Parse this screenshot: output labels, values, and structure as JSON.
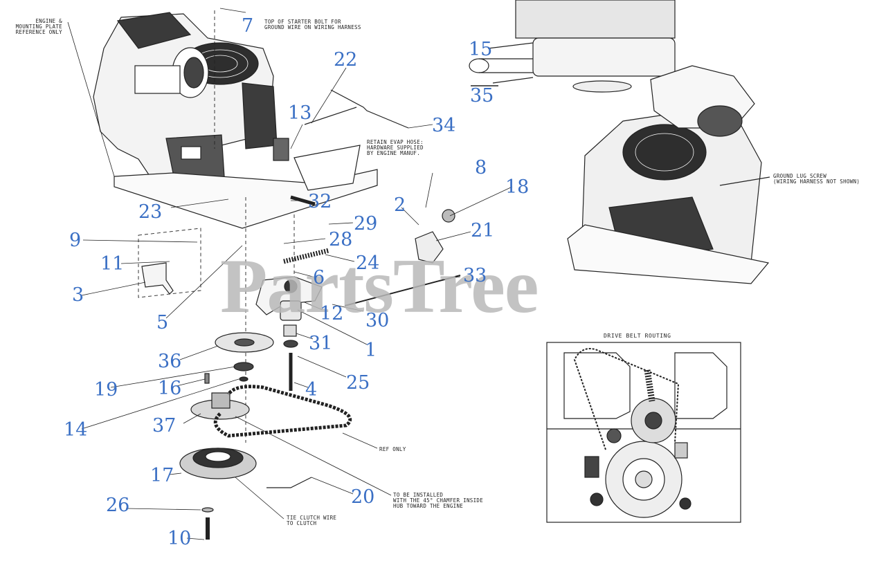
{
  "watermark": "PartsTree",
  "notes": {
    "engine_ref": "ENGINE &\nMOUNTING PLATE\nREFERENCE ONLY",
    "starter_bolt": "TOP OF STARTER BOLT FOR\nGROUND WIRE ON WIRING HARNESS",
    "evap_hose": "RETAIN EVAP HOSE:\nHARDWARE SUPPLIED\nBY ENGINE MANUF.",
    "ground_lug": "GROUND LUG SCREW\n(WIRING HARNESS NOT SHOWN)",
    "ref_only": "REF ONLY",
    "chamfer": "TO BE INSTALLED\nWITH THE 45° CHAMFER INSIDE\nHUB TOWARD THE ENGINE",
    "tie_clutch": "TIE CLUTCH WIRE\nTO CLUTCH",
    "belt_routing": "DRIVE BELT ROUTING"
  },
  "callouts": [
    "7",
    "22",
    "13",
    "34",
    "8",
    "18",
    "2",
    "21",
    "15",
    "35",
    "23",
    "32",
    "29",
    "9",
    "28",
    "24",
    "11",
    "6",
    "3",
    "33",
    "12",
    "30",
    "5",
    "1",
    "31",
    "36",
    "25",
    "19",
    "16",
    "4",
    "14",
    "37",
    "17",
    "20",
    "26",
    "10"
  ],
  "colors": {
    "callout": "#3a6fc4",
    "line": "#222222",
    "watermark": "#b9b9b9"
  }
}
